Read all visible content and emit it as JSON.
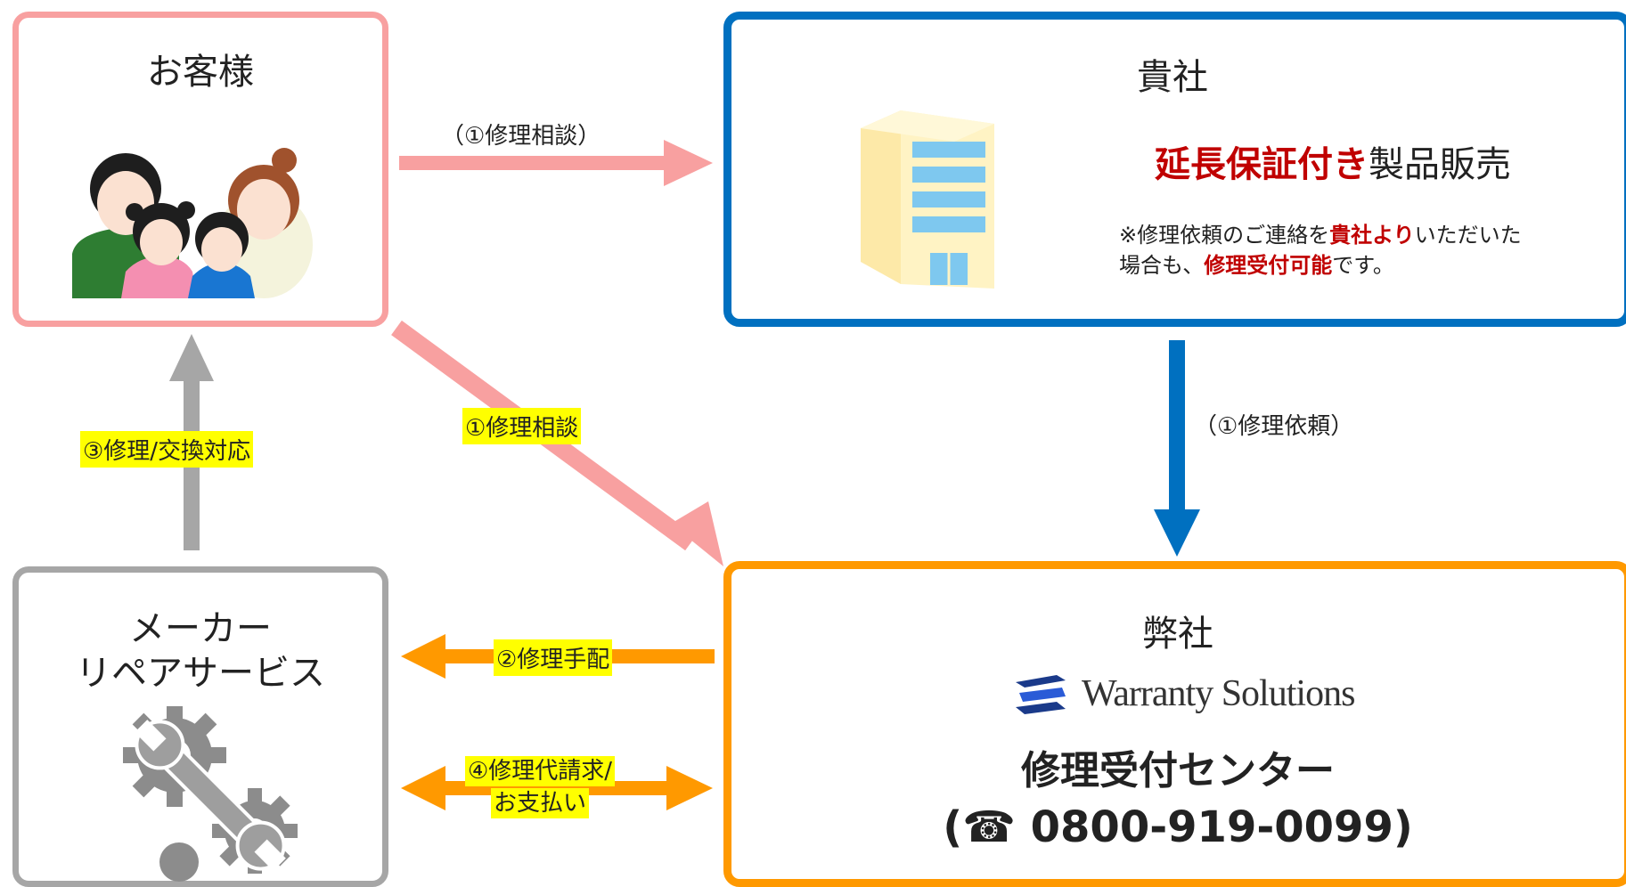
{
  "customer": {
    "title": "お客様"
  },
  "client": {
    "title": "貴社",
    "headline_bold": "延長保証付き",
    "headline_rest": "製品販売",
    "note_1a": "※修理依頼のご連絡を",
    "note_1b": "貴社より",
    "note_1c": "いただいた",
    "note_2a": "場合も、",
    "note_2b": "修理受付可能",
    "note_2c": "です。"
  },
  "maker": {
    "title_line1": "メーカー",
    "title_line2": "リペアサービス"
  },
  "us": {
    "title": "弊社",
    "logo_text": "Warranty Solutions",
    "center_name": "修理受付センター",
    "phone": "(☎ 0800-919-0099)"
  },
  "arrows": {
    "a1_top": "（①修理相談）",
    "a1_diag": "①修理相談",
    "a1_down": "（①修理依頼）",
    "a2": "②修理手配",
    "a3": "③修理/交換対応",
    "a4_line1": "④修理代請求/",
    "a4_line2": "お支払い"
  },
  "colors": {
    "pink": "#f8a0a0",
    "blue": "#0070c0",
    "orange": "#ff9900",
    "gray": "#a6a6a6",
    "highlight": "#ffff00",
    "emphasis": "#c00000"
  }
}
